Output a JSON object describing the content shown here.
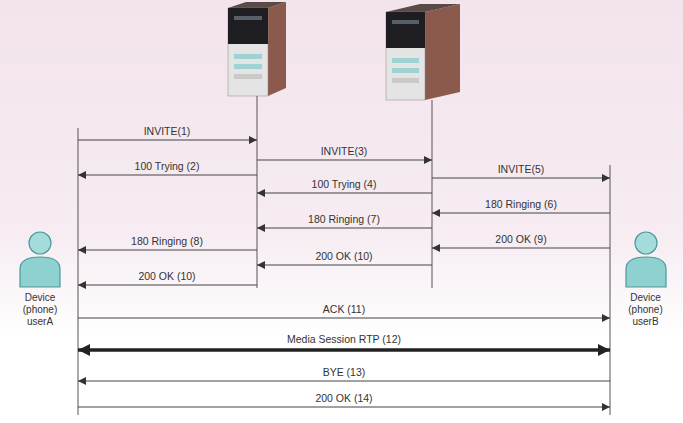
{
  "diagram": {
    "nodes": [
      {
        "text": [
          "Device (phone) userA"
        ]
      },
      {
        "text": [
          "Device (phone) userB"
        ]
      }
    ],
    "edges": [
      {
        "from": 0,
        "to": 1,
        "arrow": "to",
        "label": "ACK (11)"
      },
      {
        "from": 0,
        "to": 1,
        "arrow": "both",
        "label": "Media Session RTP (12)"
      },
      {
        "from": 1,
        "to": 0,
        "arrow": "to",
        "label": "BYE (13)"
      },
      {
        "from": 0,
        "to": 1,
        "arrow": "to",
        "label": "200 OK (14)"
      }
    ],
    "labels": [
      "INVITE(1)",
      "100 Trying (2)",
      "INVITE(3)",
      "100 Trying (4)",
      "INVITE(5)",
      "180 Ringing (6)",
      "180 Ringing (7)",
      "180 Ringing (8)",
      "200 OK (9)",
      "200 OK (10)",
      "200 OK (10)"
    ]
  }
}
